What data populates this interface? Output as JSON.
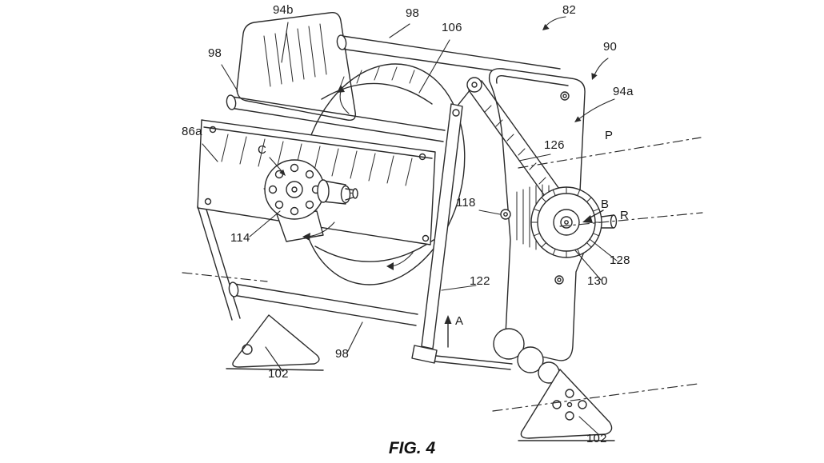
{
  "figure": {
    "caption": "FIG. 4"
  },
  "labels": {
    "l94b": "94b",
    "l98_top": "98",
    "l106": "106",
    "l82": "82",
    "l90": "90",
    "l94a": "94a",
    "l98_left": "98",
    "l86a": "86a",
    "lC": "C",
    "lP": "P",
    "l126": "126",
    "l118": "118",
    "lB": "B",
    "lR": "R",
    "l114": "114",
    "l128": "128",
    "l130": "130",
    "l122": "122",
    "lA": "A",
    "l98_bottom": "98",
    "l102_left": "102",
    "l102_right": "102"
  },
  "colors": {
    "line": "#2a2a2a",
    "background": "#ffffff",
    "label_text": "#1a1a1a"
  }
}
